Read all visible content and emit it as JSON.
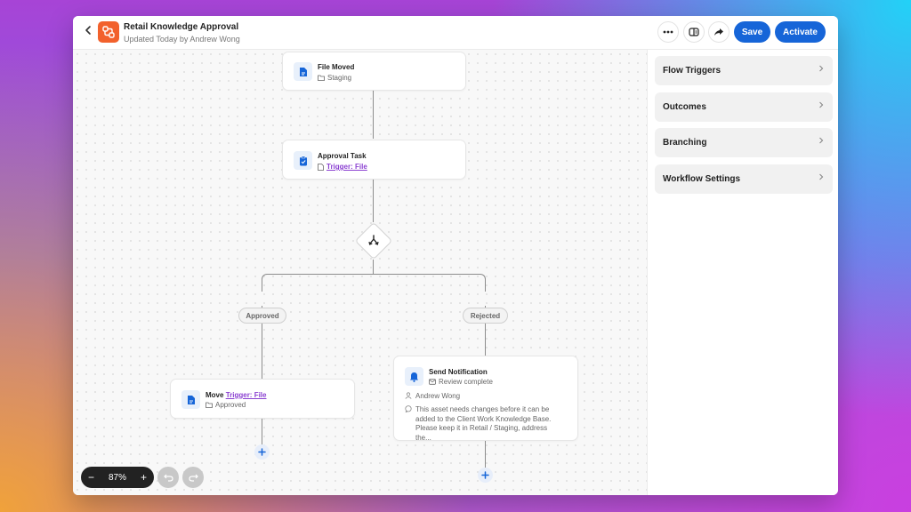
{
  "header": {
    "title": "Retail Knowledge Approval",
    "subtitle": "Updated Today by Andrew Wong",
    "save_label": "Save",
    "activate_label": "Activate",
    "brand_color": "#f2612c",
    "accent_color": "#1665d8"
  },
  "sidebar": {
    "items": [
      {
        "label": "Flow Triggers"
      },
      {
        "label": "Outcomes"
      },
      {
        "label": "Branching"
      },
      {
        "label": "Workflow Settings"
      }
    ]
  },
  "flow": {
    "file_moved": {
      "title": "File Moved",
      "folder": "Staging"
    },
    "approval_task": {
      "title": "Approval Task",
      "trigger": "Trigger: File"
    },
    "branches": {
      "approved": "Approved",
      "rejected": "Rejected"
    },
    "move": {
      "title": "Move",
      "trigger": "Trigger: File",
      "folder": "Approved"
    },
    "notification": {
      "title": "Send Notification",
      "subject": "Review complete",
      "recipient": "Andrew Wong",
      "message": "This asset needs changes before it can be added to the Client Work Knowledge Base. Please keep it in Retail / Staging, address the..."
    }
  },
  "zoom": {
    "level": "87%",
    "minus": "−",
    "plus": "+"
  }
}
